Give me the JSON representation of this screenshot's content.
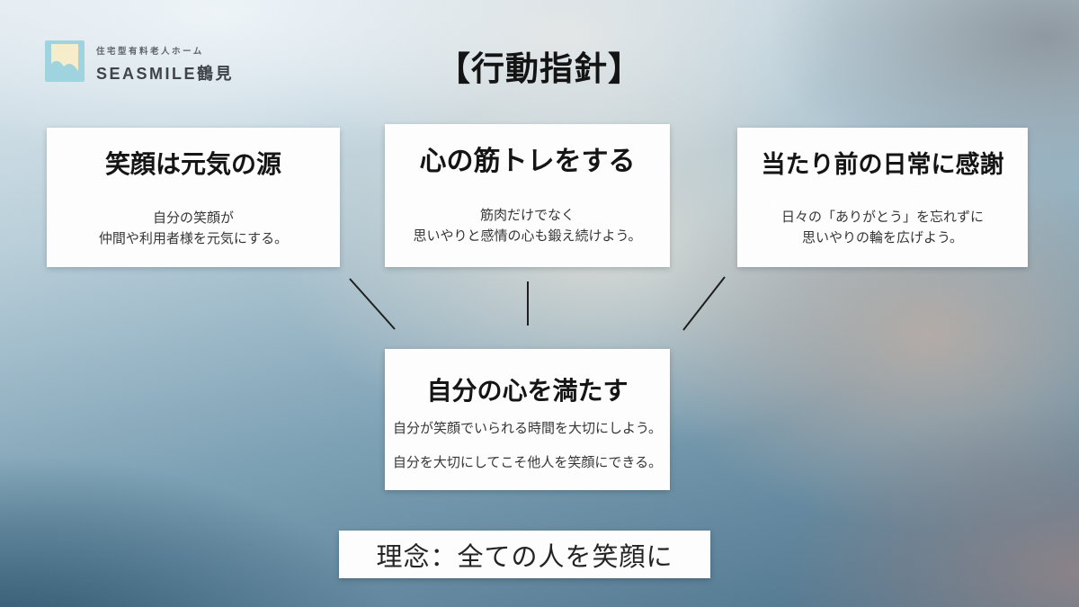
{
  "slide": {
    "title": "【行動指針】"
  },
  "logo": {
    "facility_type": "住宅型有料老人ホーム",
    "name": "SEASMILE鶴見",
    "colors": {
      "icon_blue": "#9ed5e0",
      "icon_cream": "#f8eecb"
    }
  },
  "guideline_cards": [
    {
      "title": "笑顔は元気の源",
      "body_lines": [
        "自分の笑顔が",
        "仲間や利用者様を元気にする。"
      ]
    },
    {
      "title": "心の筋トレをする",
      "body_lines": [
        "筋肉だけでなく",
        "思いやりと感情の心も鍛え続けよう。"
      ]
    },
    {
      "title": "当たり前の日常に感謝",
      "body_lines": [
        "日々の「ありがとう」を忘れずに",
        "思いやりの輪を広げよう。"
      ]
    }
  ],
  "core_card": {
    "title": "自分の心を満たす",
    "body_lines": [
      "自分が笑顔でいられる時間を大切にしよう。",
      "自分を大切にしてこそ他人を笑顔にできる。"
    ]
  },
  "philosophy_banner": {
    "text": "理念：全ての人を笑顔に"
  },
  "colors": {
    "card_background": "#ffffff",
    "title_text": "#101010",
    "body_text": "#323232",
    "connector_line": "#1a1a1a",
    "bg_top_left": "#eef4f9",
    "bg_left_mid": "#8fb4c6",
    "bg_bottom_left": "#2e5670",
    "bg_top_right": "#8a939a",
    "bg_right_mid": "#b5aaa4",
    "bg_bottom_right": "#8d8286",
    "bg_center": "#dfddd6"
  }
}
